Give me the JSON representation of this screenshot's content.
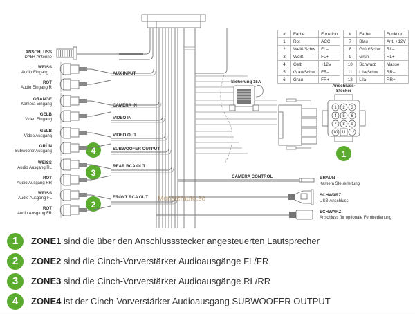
{
  "pin_table": {
    "headers": [
      "#",
      "Farbe",
      "Funktion",
      "#",
      "Farbe",
      "Funktion"
    ],
    "rows": [
      {
        "n1": "1",
        "c1": "Rot",
        "f1": "ACC",
        "n2": "7",
        "c2": "Blau",
        "f2": "Ant. +12V"
      },
      {
        "n1": "2",
        "c1": "Weiß/Schw.",
        "f1": "FL–",
        "n2": "8",
        "c2": "Grün/Schw.",
        "f2": "RL–"
      },
      {
        "n1": "3",
        "c1": "Weiß",
        "f1": "FL+",
        "n2": "9",
        "c2": "Grün",
        "f2": "RL+"
      },
      {
        "n1": "4",
        "c1": "Gelb",
        "f1": "+12V",
        "n2": "10",
        "c2": "Schwarz",
        "f2": "Masse"
      },
      {
        "n1": "5",
        "c1": "Grau/Schw.",
        "f1": "FR–",
        "n2": "11",
        "c2": "Lila/Schw.",
        "f2": "RR–"
      },
      {
        "n1": "6",
        "c1": "Grau",
        "f1": "FR+",
        "n2": "12",
        "c2": "Lila",
        "f2": "RR+"
      }
    ]
  },
  "left_connectors": [
    {
      "title": "ANSCHLUSS",
      "sub": "DAB+ Antenne"
    },
    {
      "title": "WEISS",
      "sub": "Audio Eingang L"
    },
    {
      "title": "ROT",
      "sub": "Audio Eingang R"
    },
    {
      "title": "ORANGE",
      "sub": "Kamera Eingang"
    },
    {
      "title": "GELB",
      "sub": "Video Eingang"
    },
    {
      "title": "GELB",
      "sub": "Video Ausgang"
    },
    {
      "title": "GRÜN",
      "sub": "Subwoofer Ausgang"
    },
    {
      "title": "WEISS",
      "sub": "Audio Ausgang RL"
    },
    {
      "title": "ROT",
      "sub": "Audio Ausgang RR"
    },
    {
      "title": "WEISS",
      "sub": "Audio Ausgang FL"
    },
    {
      "title": "ROT",
      "sub": "Audio Ausgang FR"
    }
  ],
  "wire_labels": {
    "aux_input": "AUX INPUT",
    "camera_in": "CAMERA IN",
    "video_in": "VIDEO IN",
    "video_out": "VIDEO OUT",
    "subwoofer_output": "SUBWOOFER OUTPUT",
    "rear_rca_out": "REAR RCA OUT",
    "front_rca_out": "FRONT RCA OUT",
    "camera_control": "CAMERA CONTROL"
  },
  "fuse_label": "Sicherung 15A",
  "plug_label": [
    "Anschluss-",
    "Stecker"
  ],
  "plug_pins": [
    "1",
    "2",
    "3",
    "4",
    "5",
    "6",
    "7",
    "8",
    "9",
    "10",
    "11",
    "12"
  ],
  "right_connectors": [
    {
      "title": "BRAUN",
      "sub": "Kamera Steuerleitung"
    },
    {
      "title": "SCHWARZ",
      "sub": "USB-Anschluss"
    },
    {
      "title": "SCHWARZ",
      "sub": "Anschluss für optionale Fernbedienung"
    }
  ],
  "zone_badges": {
    "plug": "1",
    "front": "2",
    "rear": "3",
    "sub": "4"
  },
  "watermark": "Monsterauto.se",
  "legend": [
    {
      "badge": "1",
      "zone": "ZONE1",
      "text": " sind die über den Anschlussstecker angesteuerten Lautsprecher"
    },
    {
      "badge": "2",
      "zone": "ZONE2",
      "text": " sind die Cinch-Vorverstärker Audioausgänge FL/FR"
    },
    {
      "badge": "3",
      "zone": "ZONE3",
      "text": " sind die Cinch-Vorverstärker Audioausgänge RL/RR"
    },
    {
      "badge": "4",
      "zone": "ZONE4",
      "text": " ist der Cinch-Vorverstärker Audioausgang SUBWOOFER OUTPUT"
    }
  ],
  "colors": {
    "badge_green": "#5aab2e",
    "watermark": "#b08a5a"
  }
}
